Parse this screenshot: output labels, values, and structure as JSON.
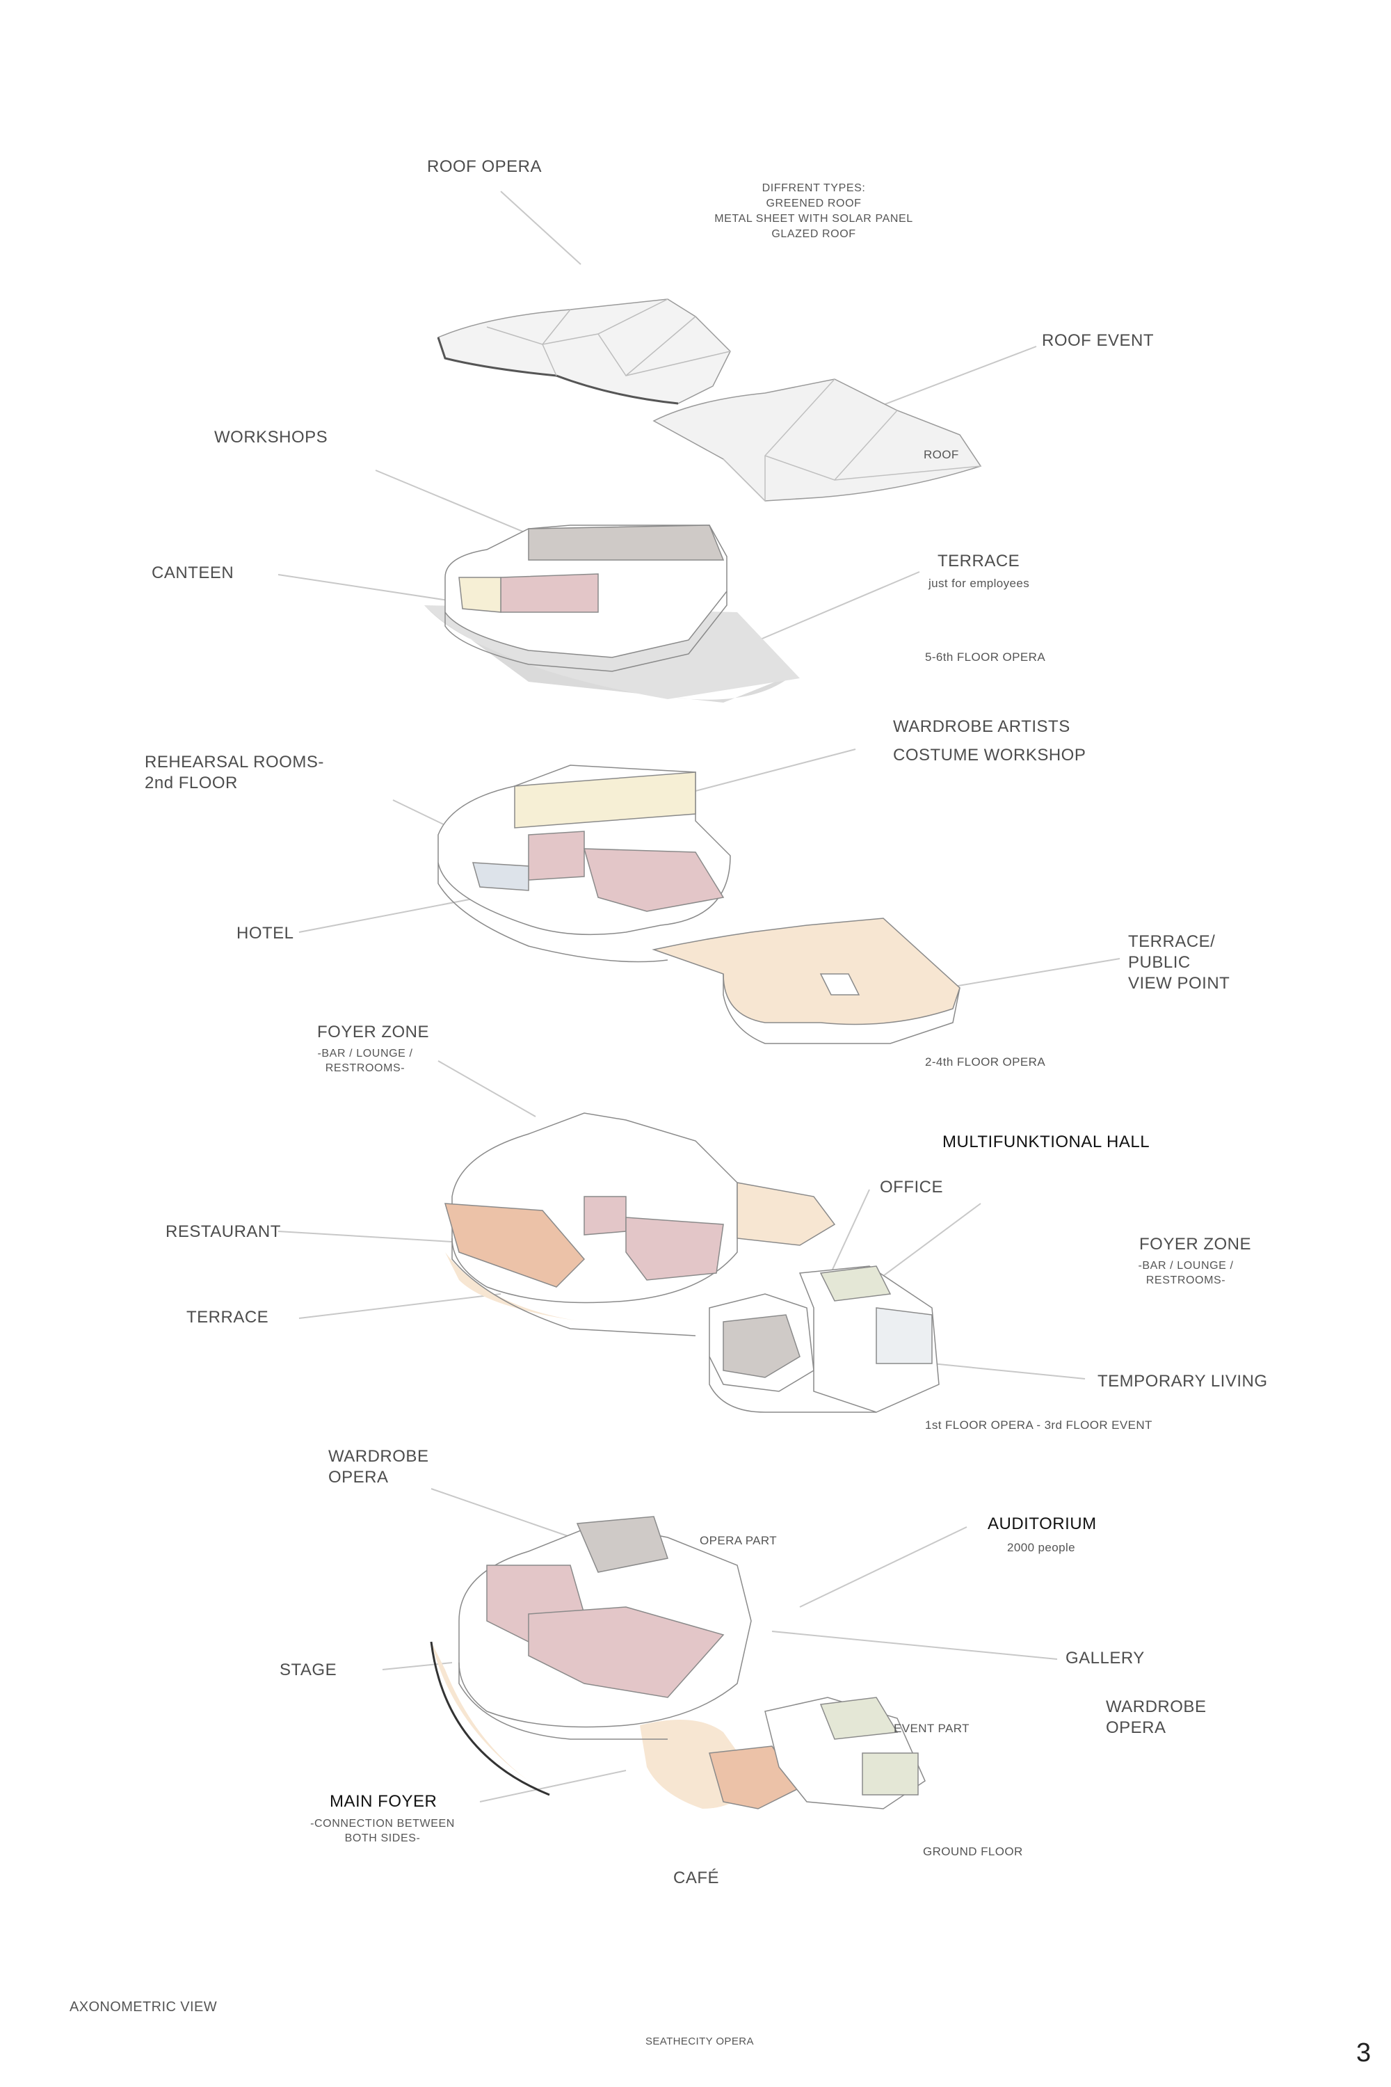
{
  "labels": {
    "roof_opera": "ROOF OPERA",
    "roof_types_1": "DIFFRENT TYPES:",
    "roof_types_2": "GREENED ROOF",
    "roof_types_3": "METAL SHEET WITH SOLAR PANEL",
    "roof_types_4": "GLAZED ROOF",
    "roof_event": "ROOF EVENT",
    "roof": "ROOF",
    "workshops": "WORKSHOPS",
    "canteen": "CANTEEN",
    "terrace_top": "TERRACE",
    "terrace_top_sub": "just for employees",
    "floor_56": "5-6th FLOOR OPERA",
    "wardrobe_artists": "WARDROBE ARTISTS",
    "costume_workshop": "COSTUME WORKSHOP",
    "rehearsal_1": "REHEARSAL ROOMS-",
    "rehearsal_2": "2nd FLOOR",
    "hotel": "HOTEL",
    "terrace_public_1": "TERRACE/",
    "terrace_public_2": "PUBLIC",
    "terrace_public_3": "VIEW POINT",
    "foyer_zone_left": "FOYER ZONE",
    "foyer_zone_left_sub1": "-BAR / LOUNGE /",
    "foyer_zone_left_sub2": "RESTROOMS-",
    "floor_24": "2-4th FLOOR OPERA",
    "multi_hall": "MULTIFUNKTIONAL HALL",
    "office": "OFFICE",
    "restaurant": "RESTAURANT",
    "foyer_zone_right": "FOYER ZONE",
    "foyer_zone_right_sub1": "-BAR / LOUNGE /",
    "foyer_zone_right_sub2": "RESTROOMS-",
    "terrace_mid": "TERRACE",
    "temporary_living": "TEMPORARY LIVING",
    "floor_1_3": "1st FLOOR OPERA - 3rd FLOOR EVENT",
    "wardrobe_opera_left_1": "WARDROBE",
    "wardrobe_opera_left_2": "OPERA",
    "opera_part": "OPERA PART",
    "auditorium": "AUDITORIUM",
    "auditorium_sub": "2000 people",
    "gallery": "GALLERY",
    "stage": "STAGE",
    "wardrobe_opera_right_1": "WARDROBE",
    "wardrobe_opera_right_2": "OPERA",
    "event_part": "EVENT PART",
    "main_foyer": "MAIN FOYER",
    "main_foyer_sub1": "-CONNECTION BETWEEN",
    "main_foyer_sub2": "BOTH SIDES-",
    "ground_floor": "GROUND FLOOR",
    "cafe": "CAFÉ"
  },
  "footer": {
    "view_title": "AXONOMETRIC VIEW",
    "project": "SEATHECITY OPERA",
    "page_number": "3"
  },
  "colors": {
    "line": "#8a8a8a",
    "leader": "#c8c8c8",
    "pink": "#e3c6c8",
    "peach": "#f7e6d2",
    "yellow": "#f6efd5",
    "orange": "#ecc2a8",
    "grey": "#cfcac7",
    "green": "#e4e7d6",
    "shadow": "#dadada"
  }
}
